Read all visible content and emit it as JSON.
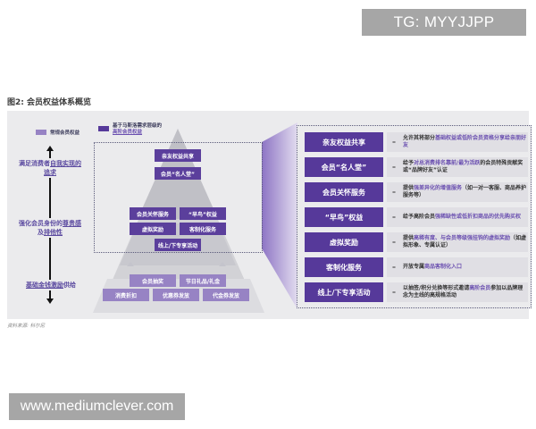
{
  "watermarks": {
    "top": "TG: MYYJJPP",
    "bottom": "www.mediumclever.com"
  },
  "figure": {
    "title": "图2: 会员权益体系概览",
    "source": "资料来源: 科尔尼"
  },
  "legend": {
    "regular": "常规会员权益",
    "advanced_prefix": "基于马斯洛需求层级的",
    "advanced_suffix": "高阶会员权益"
  },
  "axis": {
    "top_label_a": "满足消费者",
    "top_label_b": "自我实现",
    "top_label_c": "的追求",
    "mid_label_a": "强化会员身份的",
    "mid_label_b": "尊贵感",
    "mid_label_c": "及",
    "mid_label_d": "排他性",
    "bottom_label_a": "基础金钱激励",
    "bottom_label_b": "供给"
  },
  "pyramid": {
    "top": [
      "亲友权益共享",
      "会员“名人堂”"
    ],
    "middle": [
      "会员关怀服务",
      "“早鸟”权益",
      "虚拟奖励",
      "客制化服务",
      "线上/下专享活动"
    ],
    "base_upper": [
      "会员抽奖",
      "节日礼品/礼金"
    ],
    "base_lower": [
      "消费折扣",
      "优惠券发放",
      "代金券发放"
    ]
  },
  "details": [
    {
      "label": "亲友权益共享",
      "pre": "允许其将部分",
      "hl": "基础权益或低阶会员资格分享给亲朋好友",
      "post": ""
    },
    {
      "label": "会员“名人堂”",
      "pre": "给予",
      "hl": "对总消费排名靠前/最为活跃",
      "post": "的会员特殊贡献奖或“品牌好友”认证"
    },
    {
      "label": "会员关怀服务",
      "pre": "提供",
      "hl": "强差异化的增值服务",
      "post": "（如一对一客服、商品养护服务等）"
    },
    {
      "label": "“早鸟”权益",
      "pre": "给予高阶会员",
      "hl": "强稀缺性或低折扣商品的优先购买权",
      "post": ""
    },
    {
      "label": "虚拟奖励",
      "pre": "提供",
      "hl": "高稀有度、与会员等级强挂钩的虚拟奖励",
      "post": "（如虚拟形象、专属认证）"
    },
    {
      "label": "客制化服务",
      "pre": "开放专属",
      "hl": "商品客制化入口",
      "post": ""
    },
    {
      "label": "线上/下专享活动",
      "pre": "以抽签/积分兑换等形式邀请",
      "hl": "高阶会员",
      "post": "参加以品牌理念为主线的高规格活动"
    }
  ],
  "colors": {
    "dark_purple": "#56399a",
    "light_purple": "#9783c4",
    "highlight_text": "#6a4fb0",
    "panel_bg": "#ebebed"
  }
}
